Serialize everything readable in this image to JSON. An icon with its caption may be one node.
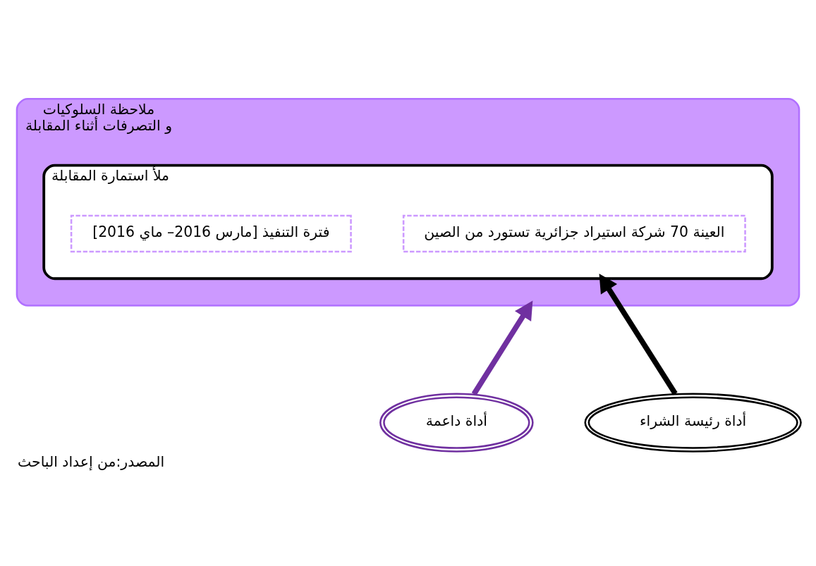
{
  "diagram": {
    "caption": "المصدر:من إعداد الباحث",
    "nodes": [
      {
        "text": [
          "ملاحظة السلوكيات",
          "و التصرفات أثناء المقابلة"
        ]
      },
      {
        "text": [
          "ملأ استمارة المقابلة"
        ],
        "in": 0
      },
      {
        "text": [
          "العينة 70 شركة استيراد جزائرية تستورد من الصين"
        ],
        "in": 1
      },
      {
        "text": [
          "فترة التنفيذ [مارس 2016– ماي 2016]"
        ],
        "in": 1
      },
      {
        "text": [
          "أداة داعمة"
        ]
      },
      {
        "text": [
          "أداة رئيسة الشراء"
        ]
      }
    ],
    "edges": [
      {
        "from": 4,
        "to": 0,
        "arrow": "to",
        "color": "#7030a0"
      },
      {
        "from": 5,
        "to": 1,
        "arrow": "to",
        "color": "#000000"
      }
    ]
  }
}
